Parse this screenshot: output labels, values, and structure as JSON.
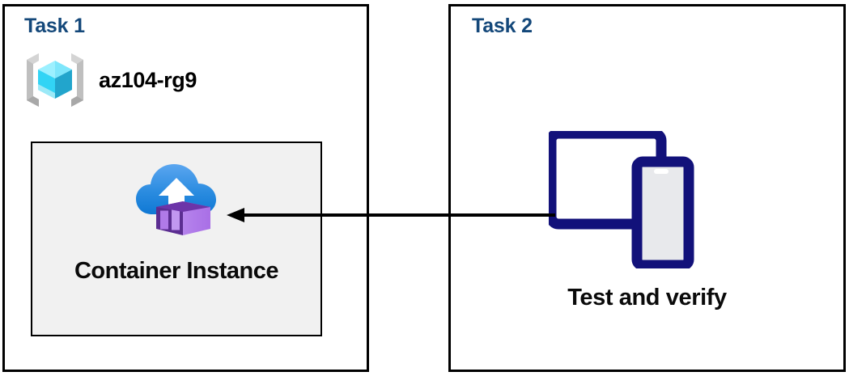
{
  "diagram": {
    "title": "Azure Container Instance task diagram",
    "background_color": "#ffffff",
    "panels": [
      {
        "id": "task1",
        "title": "Task 1",
        "title_color": "#14487a",
        "border_color": "#000000",
        "resource_group": {
          "icon": "azure-resource-group-icon",
          "label": "az104-rg9",
          "label_color": "#000000"
        },
        "inner_card": {
          "fill_color": "#f1f1f1",
          "border_color": "#000000",
          "icon": "azure-container-instance-icon",
          "label": "Container Instance",
          "label_color": "#0a0a0a"
        }
      },
      {
        "id": "task2",
        "title": "Task 2",
        "title_color": "#14487a",
        "border_color": "#000000",
        "device": {
          "icon": "tablet-and-phone-icon",
          "icon_color": "#12117a",
          "label": "Test and verify",
          "label_color": "#0a0a0a"
        }
      }
    ],
    "connector": {
      "name": "arrow-task2-to-task1",
      "direction": "right-to-left",
      "color": "#000000",
      "from": "task2",
      "to": "task1"
    },
    "colors": {
      "title_blue": "#14487a",
      "card_gray": "#f1f1f1",
      "device_navy": "#12117a",
      "cloud_blue_light": "#4f9ef0",
      "cloud_blue_dark": "#0f78d4",
      "container_purple_light": "#b07ae8",
      "container_purple_dark": "#5b2d91",
      "rg_cube_cyan": "#50e6ff",
      "rg_bracket_gray": "#b3b3b3"
    }
  }
}
